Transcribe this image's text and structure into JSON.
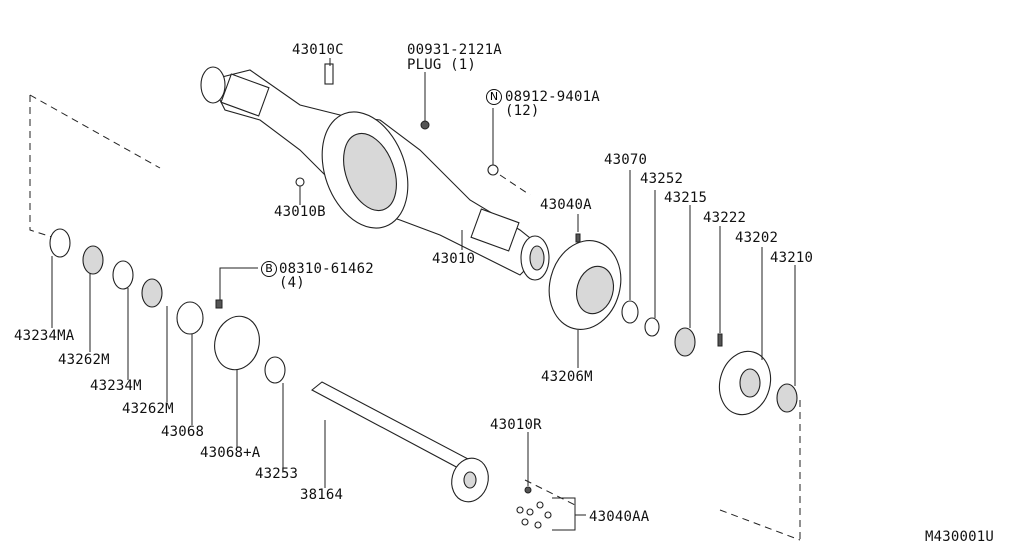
{
  "labels": {
    "p43010C": "43010C",
    "p00931_1": "00931-2121A",
    "p00931_2": "PLUG (1)",
    "p08912_1": "08912-9401A",
    "p08912_2": "(12)",
    "p08912_sym": "N",
    "p43010B": "43010B",
    "p43010": "43010",
    "p43040A": "43040A",
    "p43070": "43070",
    "p43252": "43252",
    "p43215": "43215",
    "p43222": "43222",
    "p43202": "43202",
    "p43210": "43210",
    "p08310_1": "08310-61462",
    "p08310_2": "(4)",
    "p08310_sym": "B",
    "p43234MA": "43234MA",
    "p43262M_a": "43262M",
    "p43234M": "43234M",
    "p43262M_b": "43262M",
    "p43068": "43068",
    "p43068A": "43068+A",
    "p43253": "43253",
    "p38164": "38164",
    "p43206M": "43206M",
    "p43010R": "43010R",
    "p43040AA": "43040AA",
    "drawing_id": "M430001U"
  }
}
